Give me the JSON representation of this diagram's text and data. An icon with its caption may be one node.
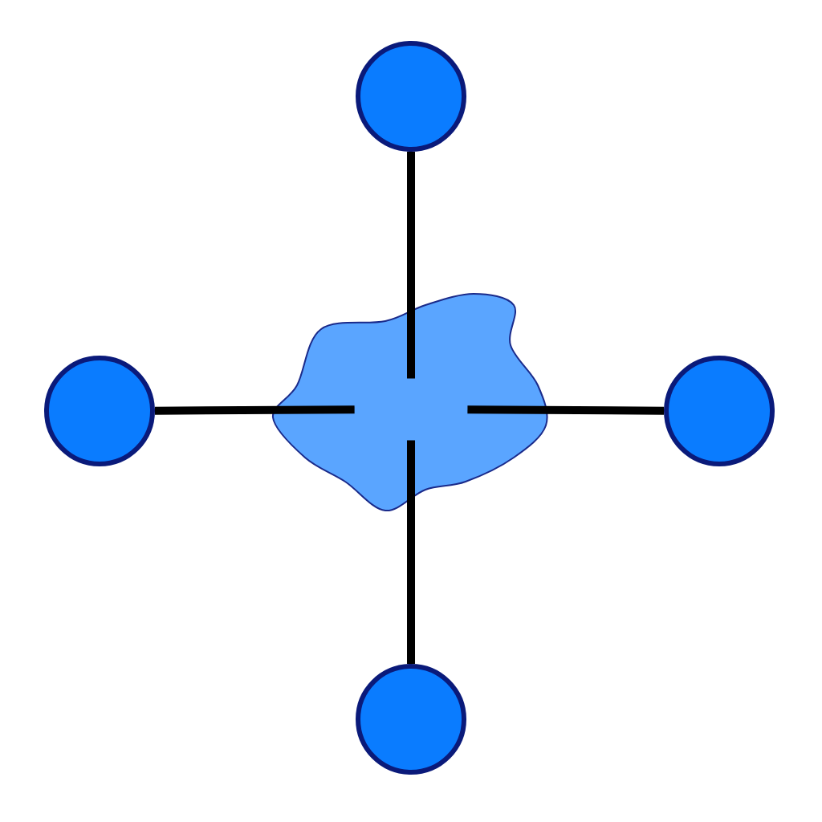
{
  "diagram": {
    "nodes": [
      {
        "text": [],
        "shape": "circle"
      },
      {
        "text": [],
        "shape": "circle"
      },
      {
        "text": [],
        "shape": "blob"
      },
      {
        "text": [],
        "shape": "circle"
      },
      {
        "text": [],
        "shape": "circle"
      }
    ],
    "edges": [
      {
        "from": 2,
        "to": 0,
        "arrow": "none"
      },
      {
        "from": 2,
        "to": 1,
        "arrow": "none"
      },
      {
        "from": 2,
        "to": 3,
        "arrow": "none"
      },
      {
        "from": 2,
        "to": 4,
        "arrow": "none"
      }
    ]
  }
}
